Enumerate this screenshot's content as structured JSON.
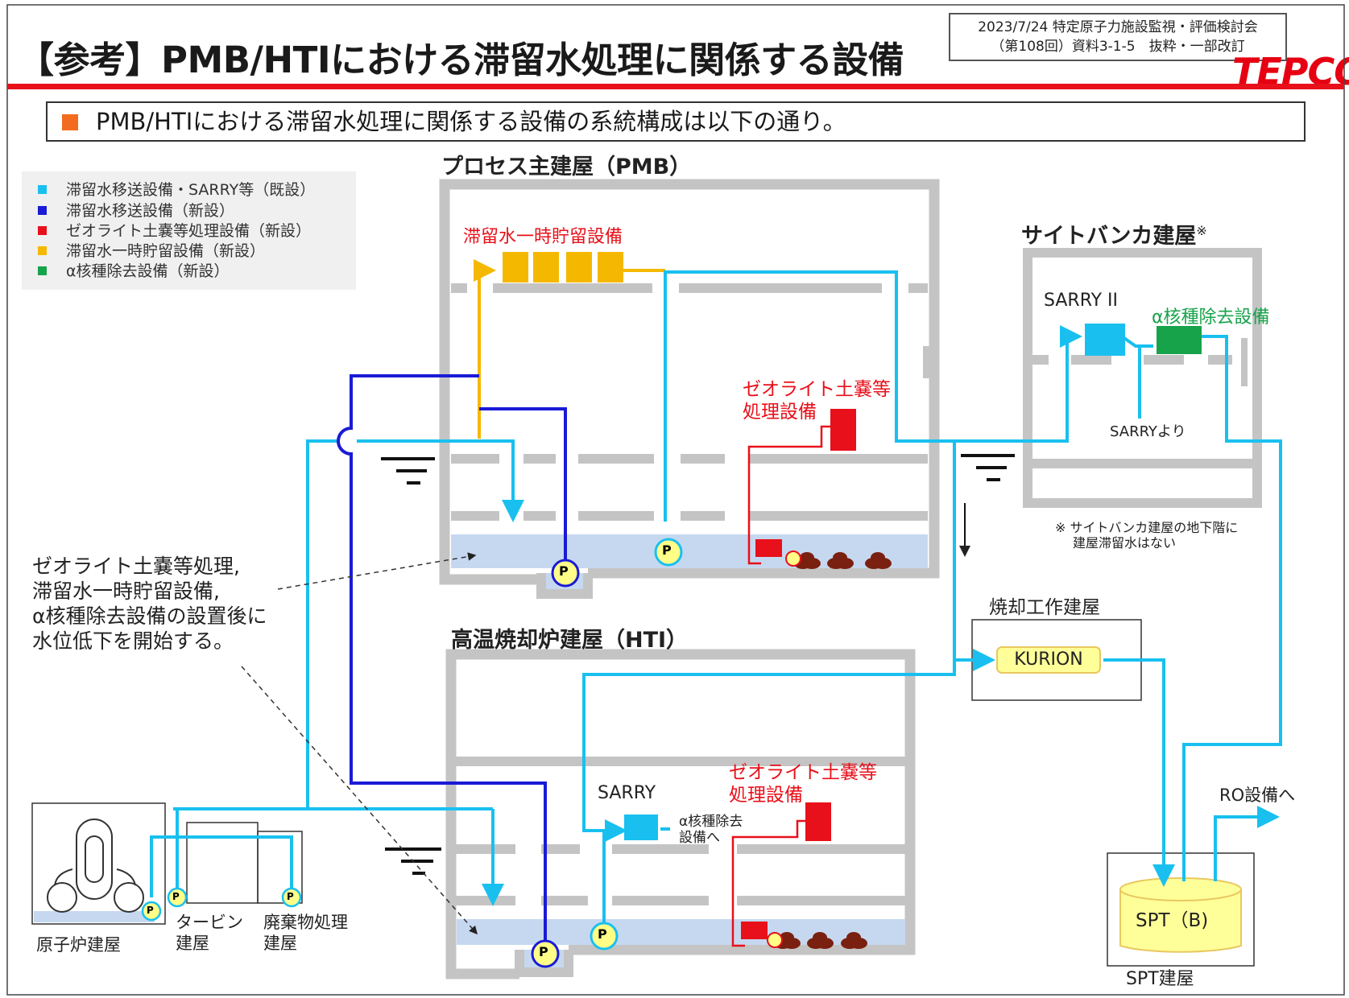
{
  "header": {
    "title": "【参考】PMB/HTIにおける滞留水処理に関係する設備",
    "ref_line1": "2023/7/24 特定原子力施設監視・評価検討会",
    "ref_line2": "（第108回）資料3-1-5　抜粋・一部改訂",
    "logo": "TEPCO"
  },
  "summary": "PMB/HTIにおける滞留水処理に関係する設備の系統構成は以下の通り。",
  "legend": [
    {
      "label": "滞留水移送設備・SARRY等（既設）",
      "color": "#19c0ef"
    },
    {
      "label": "滞留水移送設備（新設）",
      "color": "#1a1ad6"
    },
    {
      "label": "ゼオライト土嚢等処理設備（新設）",
      "color": "#e8101a"
    },
    {
      "label": "滞留水一時貯留設備（新設）",
      "color": "#f5b800"
    },
    {
      "label": "α核種除去設備（新設）",
      "color": "#17a34a"
    }
  ],
  "buildings": {
    "pmb": "プロセス主建屋（PMB）",
    "hti": "高温焼却炉建屋（HTI）",
    "site_bunker": "サイトバンカ建屋",
    "site_bunker_mark": "※",
    "incinerator": "焼却工作建屋",
    "spt_building": "SPT建屋",
    "reactor": "原子炉建屋",
    "turbine_1": "タービン",
    "turbine_2": "建屋",
    "waste_1": "廃棄物処理",
    "waste_2": "建屋"
  },
  "equipment": {
    "temp_storage": "滞留水一時貯留設備",
    "zeolite_pmb_1": "ゼオライト土嚢等",
    "zeolite_pmb_2": "処理設備",
    "zeolite_hti_1": "ゼオライト土嚢等",
    "zeolite_hti_2": "処理設備",
    "sarry2": "SARRY II",
    "alpha_removal": "α核種除去設備",
    "from_sarry": "SARRYより",
    "sarry": "SARRY",
    "to_alpha_1": "α核種除去",
    "to_alpha_2": "設備へ",
    "kurion": "KURION",
    "spt_b": "SPT（B)",
    "to_ro": "RO設備へ",
    "pump": "P"
  },
  "notes": {
    "site_bunker_note_1": "※ サイトバンカ建屋の地下階に",
    "site_bunker_note_2": "建屋滞留水はない",
    "water_level_1": "ゼオライト土嚢等処理,",
    "water_level_2": "滞留水一時貯留設備,",
    "water_level_3": "α核種除去設備の設置後に",
    "water_level_4": "水位低下を開始する。"
  },
  "colors": {
    "existing": "#19c0ef",
    "new_transfer": "#1a1ad6",
    "zeolite": "#e8101a",
    "storage": "#f5b800",
    "alpha": "#17a34a",
    "wall": "#c4c4c4",
    "water": "#c6d8f0",
    "header_rule": "#e8101a"
  }
}
